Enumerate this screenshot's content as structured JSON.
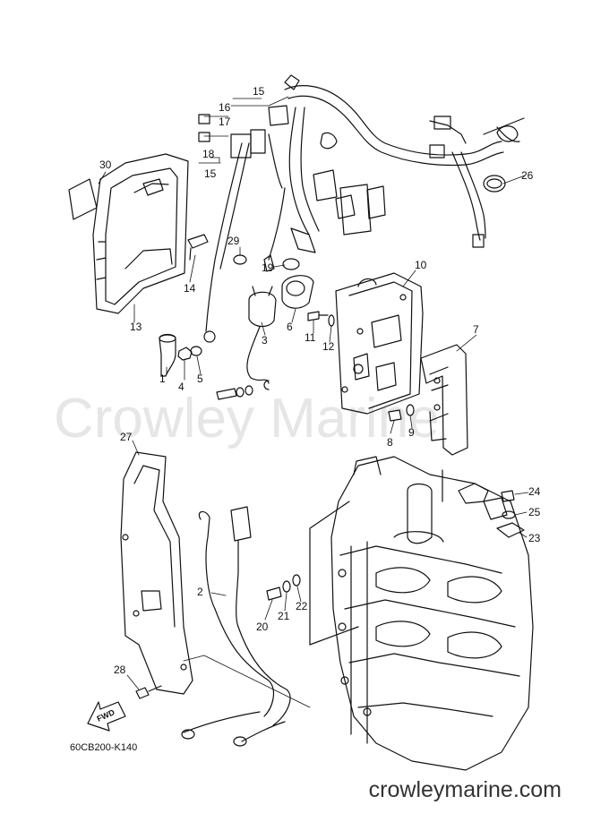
{
  "watermark": "Crowley Marine",
  "footer_url": "crowleymarine.com",
  "diagram_code": "60CB200-K140",
  "fwd_label": "FWD",
  "callouts": {
    "c1": "1",
    "c2": "2",
    "c3": "3",
    "c4": "4",
    "c5": "5",
    "c6": "6",
    "c7": "7",
    "c8": "8",
    "c9": "9",
    "c10": "10",
    "c11": "11",
    "c12": "12",
    "c13": "13",
    "c14": "14",
    "c15a": "15",
    "c15b": "15",
    "c16": "16",
    "c17": "17",
    "c18": "18",
    "c19": "19",
    "c20": "20",
    "c21": "21",
    "c22": "22",
    "c23": "23",
    "c24": "24",
    "c25": "25",
    "c26": "26",
    "c27": "27",
    "c28": "28",
    "c29": "29",
    "c30": "30"
  }
}
